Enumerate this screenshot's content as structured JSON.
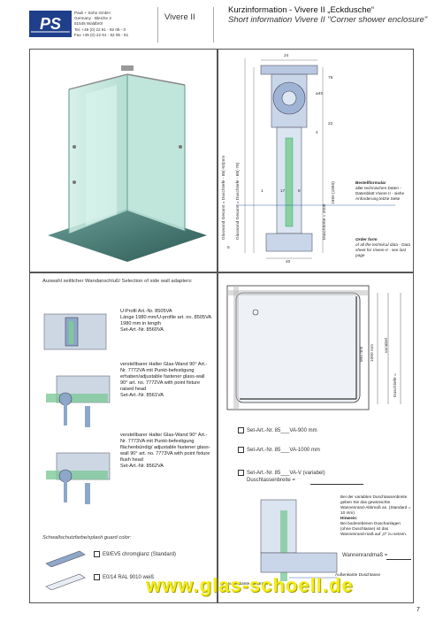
{
  "header": {
    "company": "Pauli + Sohn GmbH",
    "street": "Germany · Bleiche 2",
    "city": "51545 Waldbröl",
    "tel": "Tel. +49 (0) 22 91 - 92 06 - 0",
    "fax": "Fax +49 (0) 22 91 - 92 06 - 81",
    "model": "Vivere II",
    "title_de": "Kurzinformation - Vivere II „Eckdusche“",
    "title_en": "Short information Vivere II \"Corner shower enclosure\""
  },
  "tech_drawing": {
    "dim_top": "24",
    "dim_upper_right_1": "75",
    "dim_upper_right_2": "ø40",
    "dim_upper_right_3": "22",
    "dim_upper_right_4": "4",
    "dim_mid_left": "1",
    "dim_mid_1": "17",
    "dim_mid_2": "8",
    "dim_bottom": "40",
    "dim_left_bottom": "5",
    "vlabel_1": "Glaswand Gesamt = Duschtiefe - 85(-93)mm",
    "vlabel_2": "Glaswand Gesamt = Duschtiefe - 80(-79)",
    "vlabel_3": "Duschhöhe = 2000",
    "side_dim": "1990 (1990)",
    "note_de_title": "Bestellformular",
    "note_de_text": "aller technischen Daten - Datenblatt Vivere II - siehe Anforderung letzte Seite",
    "note_en_title": "Order form",
    "note_en_text": "of all the technical data - Data sheet for Vivere II - see last page"
  },
  "adapters": {
    "heading": "Auswahl seitlicher Wandanschluß/ Selection of side wall adapters:",
    "items": [
      {
        "text_de": "U-Profil Art.-Nr. 8505VA",
        "line2": "Länge 1980 mm/U-profile art. no. 8505VA 1980 mm in length",
        "set": "Set-Art.-Nr. 8560VA"
      },
      {
        "text_de": "verstellbarer Halter Glas-Wand 90° Art.-Nr. 7772VA mit Punkt-befestigung erhaben/adjustable fastener glass-wall 90° art. no. 7772VA with point fixture raised head",
        "set": "Set-Art.-Nr. 8561VA"
      },
      {
        "text_de": "verstellbarer Halter Glas-Wand 90° Art.-Nr. 7773VA mit Punkt-befestigung flächenbündig/ adjustable fastener glass-wall 90° art. no. 7773VA with point fixture flush head",
        "set": "Set-Art.-Nr. 8562VA"
      }
    ],
    "splash_heading": "Schwallschutzfarbe/splash guard color:",
    "splash_options": [
      "E9/EV5 chromglanz (Standard)",
      "E0/14 RAL 9010 weiß"
    ]
  },
  "plan": {
    "dim_height_1": "900 mm",
    "dim_height_2": "1000 mm",
    "variable_label": "variabel",
    "depth_label": "Duschtiefe =",
    "options": [
      "Set-Art.-Nr. 85___VA-900 mm",
      "Set-Art.-Nr. 85___VA-1000 mm",
      "Set-Art.-Nr. 85___VA-V (variabel)"
    ],
    "width_label": "Duschtassenbreite ="
  },
  "detail": {
    "note_1": "Bei der variablen Duschtassenbreite geben Sie das gewünschte Wannenrand-Abkmaß an. (Standard = 10 mm)",
    "note_2_title": "Hinweis:",
    "note_2": "Bei bodenebenen Duschanlagen (ohne Duschtasse) ist das Wannenrand-maß auf „0“ zu setzen.",
    "rand_label": "Wannenrandmaß =",
    "tray_label": "Außenkante Duschtasse",
    "wall_label": "Außenkante Seitenteil"
  },
  "watermark": "www.glas-schoell.de",
  "page_number": "7",
  "colors": {
    "glass": "#bfe3da",
    "glass_edge": "#6fa99a",
    "floor": "#4e7f78",
    "drawing_blue": "#8da7c9",
    "logo_blue": "#1f3f8a",
    "watermark": "#f2ec1a"
  }
}
